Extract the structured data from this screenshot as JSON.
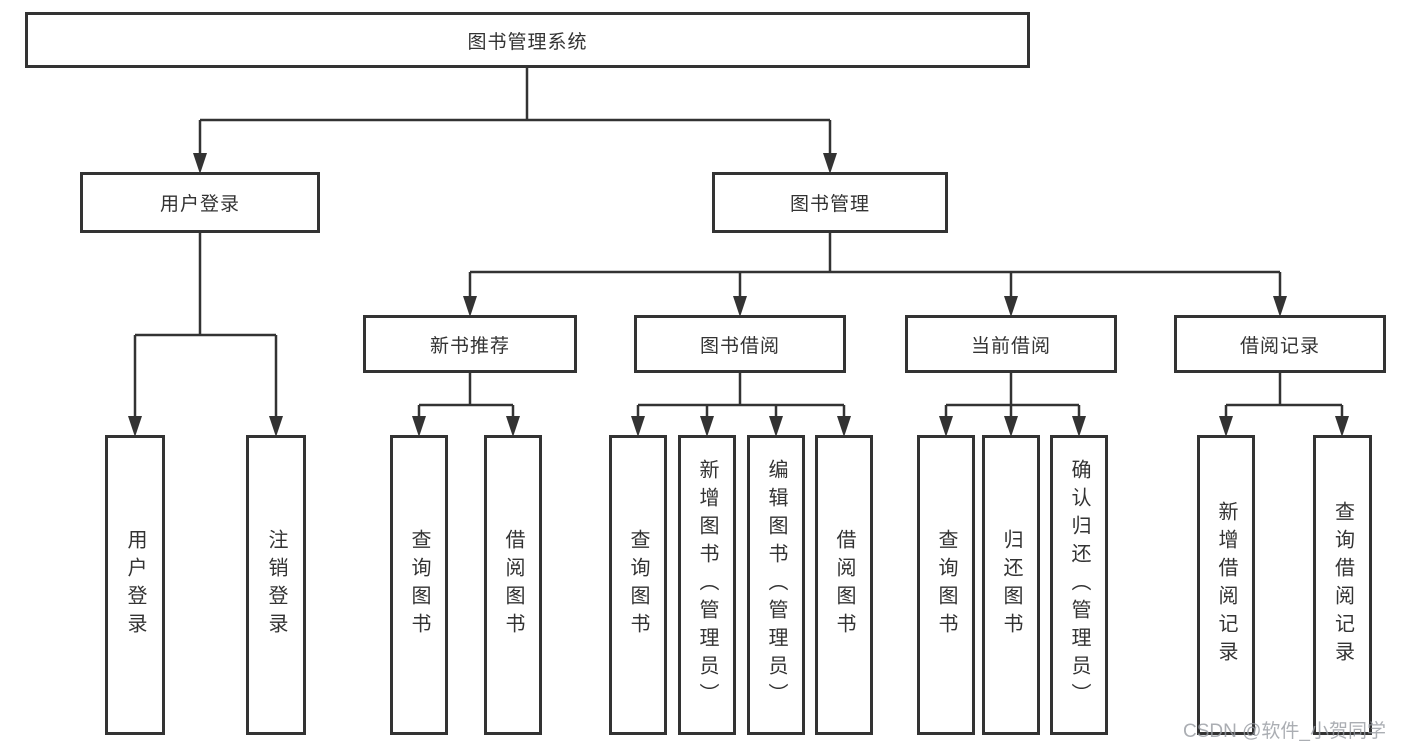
{
  "diagram": {
    "root": {
      "label": "图书管理系统"
    },
    "level2": {
      "user_login": {
        "label": "用户登录"
      },
      "book_mgmt": {
        "label": "图书管理"
      }
    },
    "level3": {
      "new_books": {
        "label": "新书推荐"
      },
      "borrow": {
        "label": "图书借阅"
      },
      "current": {
        "label": "当前借阅"
      },
      "records": {
        "label": "借阅记录"
      }
    },
    "leaves": {
      "user_login": {
        "items": [
          "用户登录",
          "注销登录"
        ]
      },
      "new_books": {
        "items": [
          "查询图书",
          "借阅图书"
        ]
      },
      "borrow": {
        "items": [
          "查询图书",
          "新增图书（管理员）",
          "编辑图书（管理员）",
          "借阅图书"
        ]
      },
      "current": {
        "items": [
          "查询图书",
          "归还图书",
          "确认归还（管理员）"
        ]
      },
      "records": {
        "items": [
          "新增借阅记录",
          "查询借阅记录"
        ]
      }
    }
  },
  "watermark": {
    "text": "CSDN @软件_小贺同学"
  },
  "colors": {
    "line": "#333333",
    "box_border": "#333333",
    "text": "#333333",
    "watermark": "#969aa0",
    "background": "#ffffff"
  }
}
